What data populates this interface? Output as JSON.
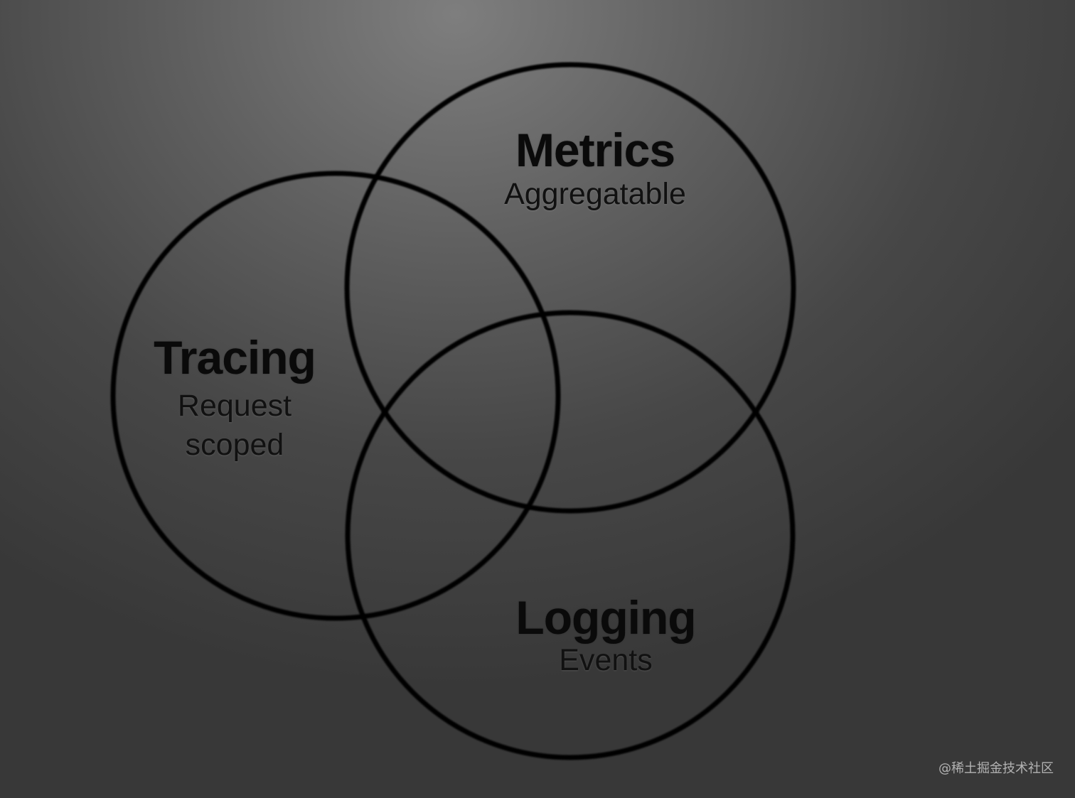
{
  "diagram": {
    "metrics": {
      "title": "Metrics",
      "subtitle": "Aggregatable"
    },
    "tracing": {
      "title": "Tracing",
      "subtitle_line1": "Request",
      "subtitle_line2": "scoped"
    },
    "logging": {
      "title": "Logging",
      "subtitle": "Events"
    }
  },
  "watermark": "@稀土掘金技术社区",
  "colors": {
    "stroke": "#050505",
    "text": "#0a0a0a",
    "background_light": "#7e7e7e",
    "background_dark": "#383838"
  }
}
